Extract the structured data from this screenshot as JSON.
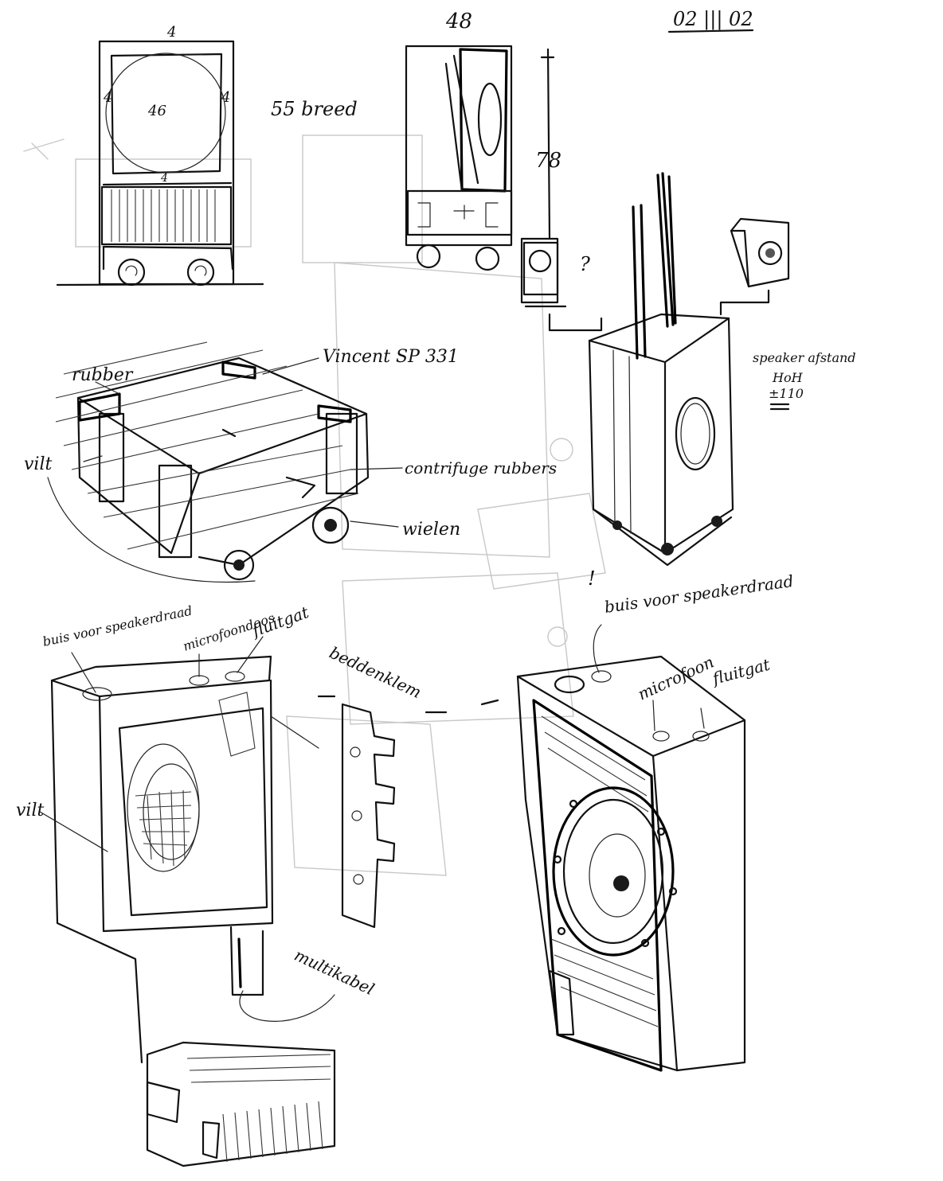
{
  "sheet": {
    "date": "02 ||| 02",
    "top_left_sketch": {
      "dim_top": "4",
      "dim_left": "4",
      "dim_center": "46",
      "dim_right": "4",
      "dim_bottom": "4",
      "width_note": "55 breed"
    },
    "top_middle_sketch": {
      "dim_width": "48",
      "dim_height": "78",
      "question": "?"
    },
    "cart_sketch": {
      "label_rubber": "rubber",
      "label_vincent": "Vincent SP 331",
      "label_vilt": "vilt",
      "label_contrifuge": "contrifuge rubbers",
      "label_wielen": "wielen"
    },
    "speaker_stand_sketch": {
      "note_line1": "speaker afstand",
      "note_line2": "HoH",
      "note_line3": "±110"
    },
    "cabinet_open_sketch": {
      "label_buis": "buis voor speakerdraad",
      "label_micro": "microfoondoos",
      "label_fluitgat": "fluitgat",
      "label_beddenklem": "beddenklem",
      "label_vilt": "vilt",
      "label_multikabel": "multikabel"
    },
    "cabinet_closed_sketch": {
      "label_buis": "buis voor speakerdraad",
      "label_microfoon": "microfoon",
      "label_fluitgat": "fluitgat",
      "exclaim": "!"
    }
  }
}
